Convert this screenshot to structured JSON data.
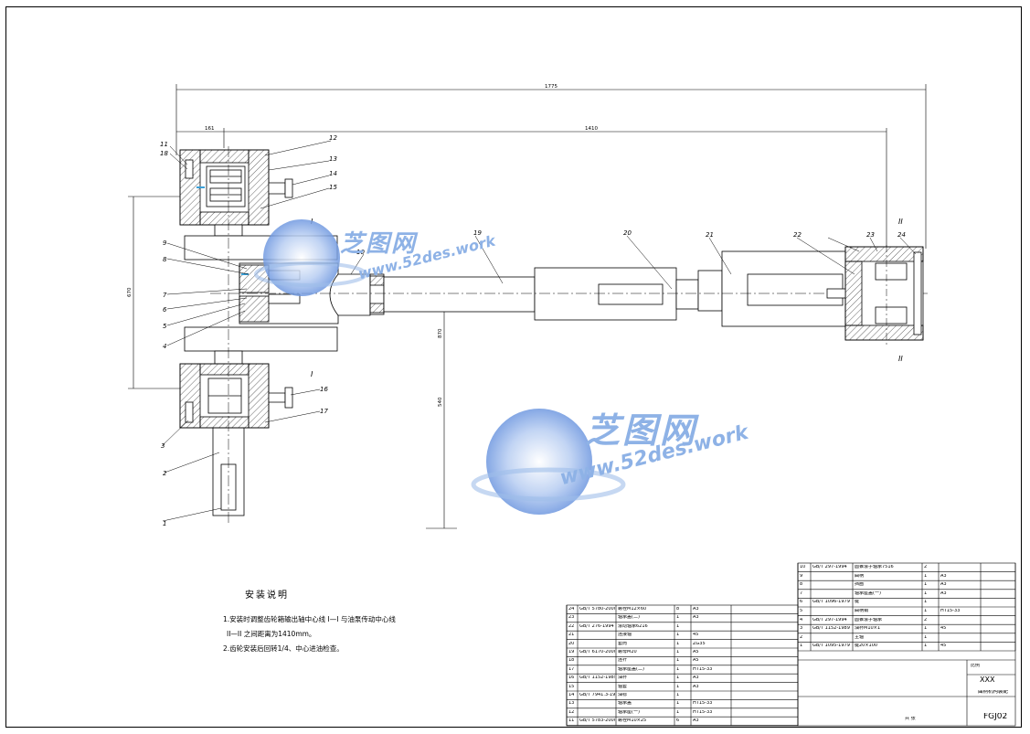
{
  "dimensions": {
    "overall_length": "1775",
    "center_span": "1410",
    "left_offset": "161",
    "height_a": "670",
    "height_b": "870",
    "height_c": "540"
  },
  "sections": {
    "I_top": "I",
    "I_bot": "I",
    "II_top": "II",
    "II_bot": "II"
  },
  "part_numbers": [
    "1",
    "2",
    "3",
    "4",
    "5",
    "6",
    "7",
    "8",
    "9",
    "10",
    "11",
    "12",
    "13",
    "14",
    "15",
    "16",
    "17",
    "18",
    "19",
    "20",
    "21",
    "22",
    "23",
    "24"
  ],
  "notes": {
    "title": "安装说明",
    "line1": "1.安装时调整齿轮箱输出轴中心线 I—I 与油泵传动中心线",
    "line2": "II—II 之间距离为1410mm。",
    "line3": "2.齿轮安装后回转1/4、中心进油检查。"
  },
  "watermark": {
    "brand": "芝图网",
    "url": "www.52des.work"
  },
  "title_block": {
    "company": "XXX",
    "drawing_name": "曲柄机构装配",
    "drawing_no": "FGJ02",
    "scale_label": "比例",
    "sheet_label": "共 张"
  },
  "parts_table_left": [
    {
      "no": "24",
      "code": "GB/T 5780-2000",
      "name": "螺栓M12×60",
      "qty": "8",
      "mat": "A3"
    },
    {
      "no": "23",
      "code": "",
      "name": "轴承盖(二)",
      "qty": "1",
      "mat": "A3"
    },
    {
      "no": "22",
      "code": "GB/T 276-1994",
      "name": "滚动轴承6216",
      "qty": "1",
      "mat": ""
    },
    {
      "no": "21",
      "code": "",
      "name": "连接轴",
      "qty": "1",
      "mat": "45"
    },
    {
      "no": "20",
      "code": "",
      "name": "套筒",
      "qty": "1",
      "mat": "ZG35"
    },
    {
      "no": "19",
      "code": "GB/T 6170-2000",
      "name": "螺母M20",
      "qty": "1",
      "mat": "A5"
    },
    {
      "no": "18",
      "code": "",
      "name": "连杆",
      "qty": "1",
      "mat": "A5"
    },
    {
      "no": "17",
      "code": "",
      "name": "轴承座盖(二)",
      "qty": "1",
      "mat": "HT15-33"
    },
    {
      "no": "16",
      "code": "GB/T 1152-1989",
      "name": "油杯",
      "qty": "1",
      "mat": "A3"
    },
    {
      "no": "15",
      "code": "",
      "name": "轴套",
      "qty": "1",
      "mat": "A3"
    },
    {
      "no": "14",
      "code": "GB/T 7941.3-1995",
      "name": "油标",
      "qty": "1",
      "mat": ""
    },
    {
      "no": "13",
      "code": "",
      "name": "轴承盖",
      "qty": "1",
      "mat": "HT15-33"
    },
    {
      "no": "12",
      "code": "",
      "name": "轴承座(一)",
      "qty": "1",
      "mat": "HT15-33"
    },
    {
      "no": "11",
      "code": "GB/T 5783-2000",
      "name": "螺栓M10×25",
      "qty": "6",
      "mat": "A3"
    }
  ],
  "parts_table_right": [
    {
      "no": "10",
      "code": "GB/T 297-1994",
      "name": "圆锥滚子轴承7516",
      "qty": "2",
      "mat": ""
    },
    {
      "no": "9",
      "code": "",
      "name": "曲柄",
      "qty": "1",
      "mat": "A3"
    },
    {
      "no": "8",
      "code": "",
      "name": "挡圈",
      "qty": "1",
      "mat": "A3"
    },
    {
      "no": "7",
      "code": "",
      "name": "轴承座盖(一)",
      "qty": "1",
      "mat": "A3"
    },
    {
      "no": "6",
      "code": "GB/T 1096-1979",
      "name": "键",
      "qty": "1",
      "mat": ""
    },
    {
      "no": "5",
      "code": "",
      "name": "曲柄销",
      "qty": "1",
      "mat": "HT15-33"
    },
    {
      "no": "4",
      "code": "GB/T 297-1994",
      "name": "圆锥滚子轴承",
      "qty": "2",
      "mat": ""
    },
    {
      "no": "3",
      "code": "GB/T 1152-1989",
      "name": "油杯M10×1",
      "qty": "1",
      "mat": "45"
    },
    {
      "no": "2",
      "code": "",
      "name": "主轴",
      "qty": "1",
      "mat": ""
    },
    {
      "no": "1",
      "code": "GB/T 1095-1979",
      "name": "键20×100",
      "qty": "1",
      "mat": "45"
    }
  ]
}
